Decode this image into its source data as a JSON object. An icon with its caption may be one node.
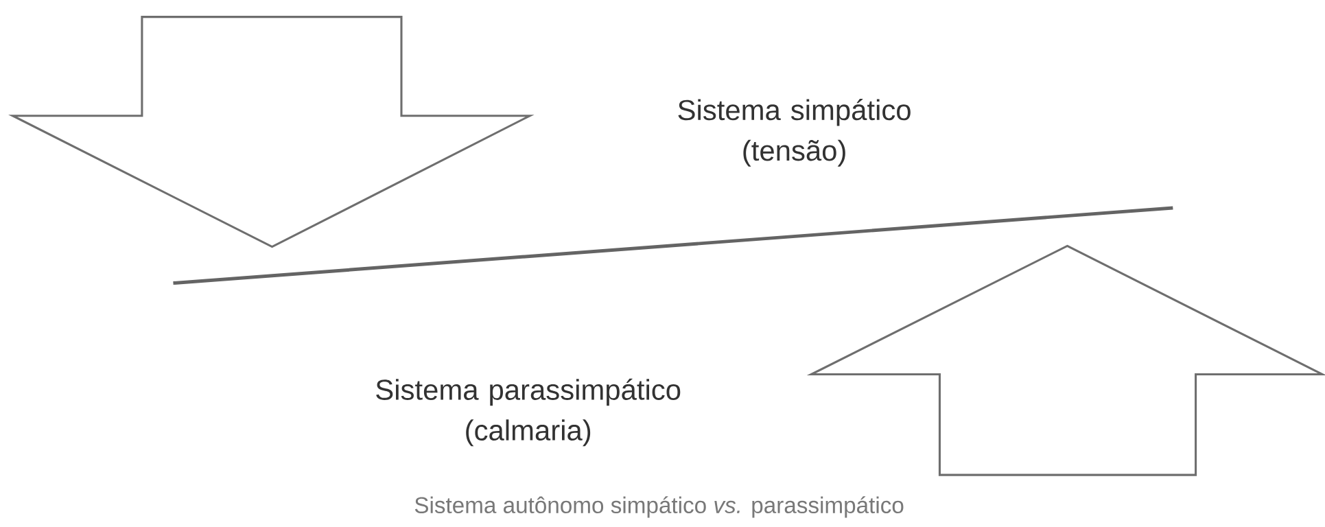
{
  "diagram": {
    "caption": "Sistema autônomo simpático *vs.* parassimpático",
    "labels": [
      "Sistema simpático (tensão)",
      "Sistema parassimpático (calmaria)"
    ]
  }
}
